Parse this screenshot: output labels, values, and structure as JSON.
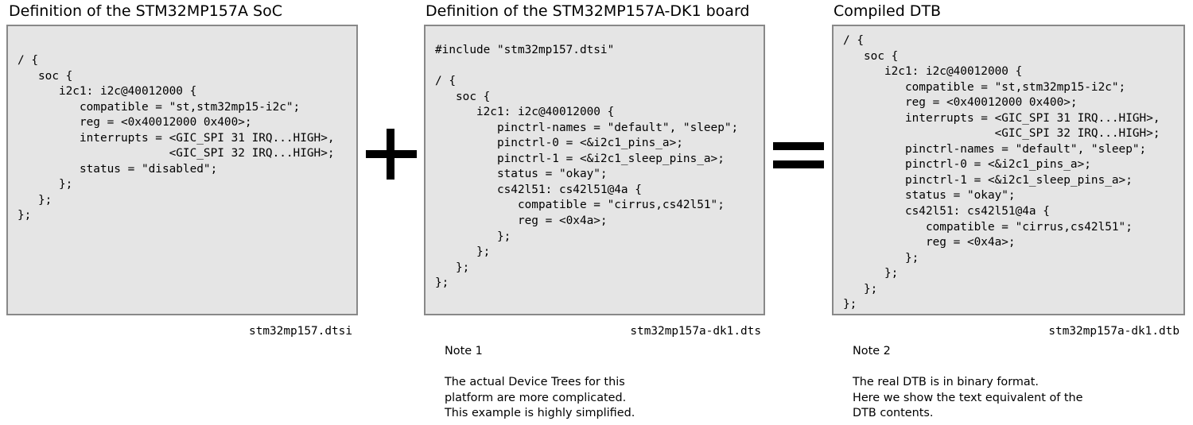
{
  "soc": {
    "title": "Definition of the STM32MP157A SoC",
    "code": "/ {\n   soc {\n      i2c1: i2c@40012000 {\n         compatible = \"st,stm32mp15-i2c\";\n         reg = <0x40012000 0x400>;\n         interrupts = <GIC_SPI 31 IRQ...HIGH>,\n                      <GIC_SPI 32 IRQ...HIGH>;\n         status = \"disabled\";\n      };\n   };\n};",
    "filename": "stm32mp157.dtsi"
  },
  "board": {
    "title": "Definition of the STM32MP157A-DK1 board",
    "code": "#include \"stm32mp157.dtsi\"\n\n/ {\n   soc {\n      i2c1: i2c@40012000 {\n         pinctrl-names = \"default\", \"sleep\";\n         pinctrl-0 = <&i2c1_pins_a>;\n         pinctrl-1 = <&i2c1_sleep_pins_a>;\n         status = \"okay\";\n         cs42l51: cs42l51@4a {\n            compatible = \"cirrus,cs42l51\";\n            reg = <0x4a>;\n         };\n      };\n   };\n};",
    "filename": "stm32mp157a-dk1.dts"
  },
  "compiled": {
    "title": "Compiled DTB",
    "code": "/ {\n   soc {\n      i2c1: i2c@40012000 {\n         compatible = \"st,stm32mp15-i2c\";\n         reg = <0x40012000 0x400>;\n         interrupts = <GIC_SPI 31 IRQ...HIGH>,\n                      <GIC_SPI 32 IRQ...HIGH>;\n         pinctrl-names = \"default\", \"sleep\";\n         pinctrl-0 = <&i2c1_pins_a>;\n         pinctrl-1 = <&i2c1_sleep_pins_a>;\n         status = \"okay\";\n         cs42l51: cs42l51@4a {\n            compatible = \"cirrus,cs42l51\";\n            reg = <0x4a>;\n         };\n      };\n   };\n};",
    "filename": "stm32mp157a-dk1.dtb"
  },
  "note1": {
    "heading": "Note 1",
    "text": "The actual Device Trees for this\nplatform are more complicated.\nThis example is highly simplified."
  },
  "note2": {
    "heading": "Note 2",
    "text": "The real DTB is in binary format.\nHere we show the text equivalent of the\nDTB contents."
  },
  "operators": {
    "plus": "plus-sign",
    "equals": "equals-sign"
  }
}
